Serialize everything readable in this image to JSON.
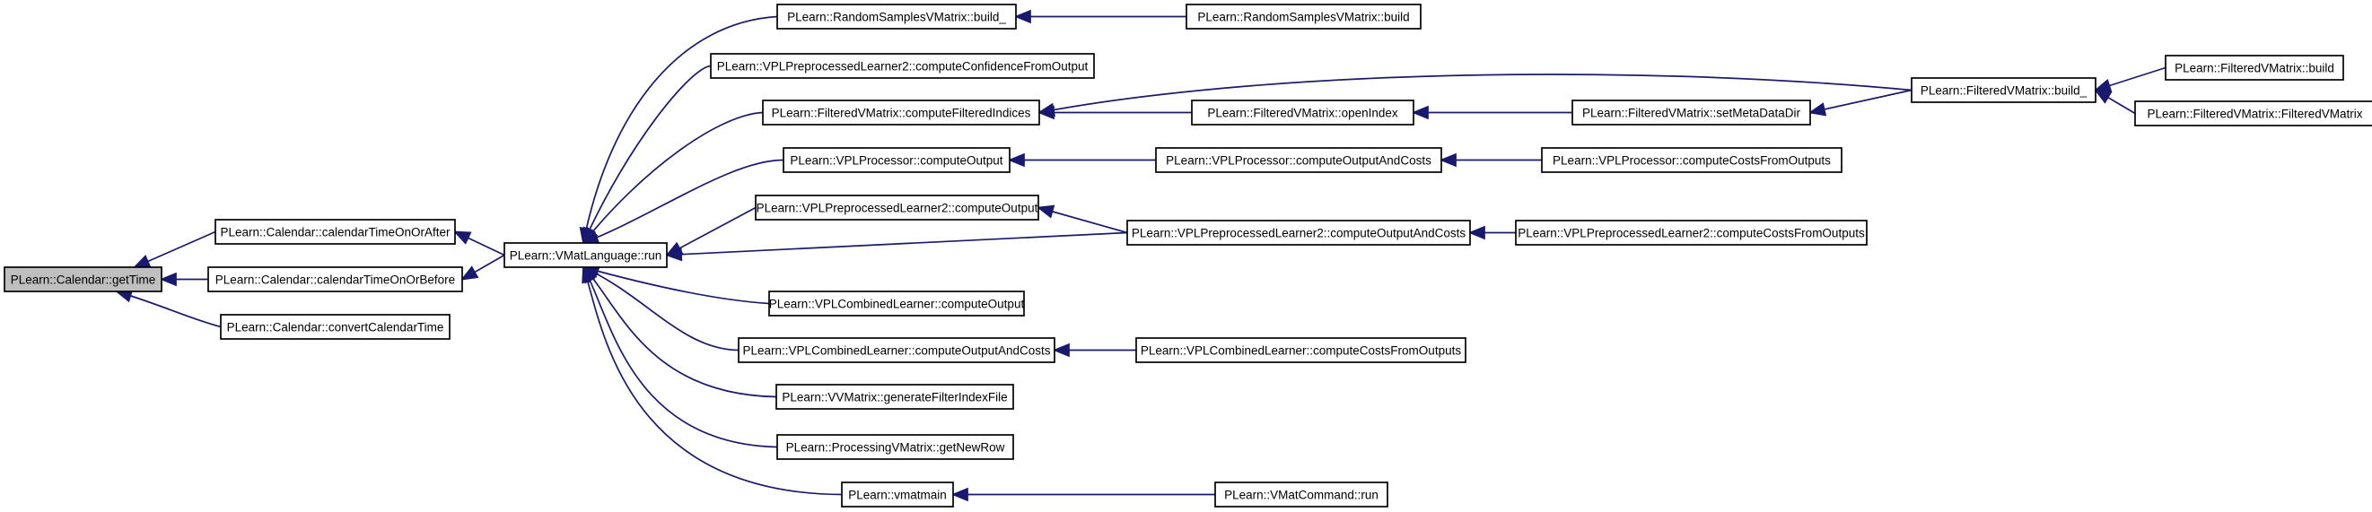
{
  "graph": {
    "nodes": [
      {
        "id": "getTime",
        "label": "PLearn::Calendar::getTime",
        "highlight": true
      },
      {
        "id": "calOnOrAfter",
        "label": "PLearn::Calendar::calendarTimeOnOrAfter"
      },
      {
        "id": "calOnOrBefore",
        "label": "PLearn::Calendar::calendarTimeOnOrBefore"
      },
      {
        "id": "convertCal",
        "label": "PLearn::Calendar::convertCalendarTime"
      },
      {
        "id": "vmatRun",
        "label": "PLearn::VMatLanguage::run"
      },
      {
        "id": "rsBuild_",
        "label": "PLearn::RandomSamplesVMatrix::build_"
      },
      {
        "id": "rsBuild",
        "label": "PLearn::RandomSamplesVMatrix::build"
      },
      {
        "id": "vplpConf",
        "label": "PLearn::VPLPreprocessedLearner2::computeConfidenceFromOutput"
      },
      {
        "id": "fvCompFI",
        "label": "PLearn::FilteredVMatrix::computeFilteredIndices"
      },
      {
        "id": "fvOpenIdx",
        "label": "PLearn::FilteredVMatrix::openIndex"
      },
      {
        "id": "fvSetMeta",
        "label": "PLearn::FilteredVMatrix::setMetaDataDir"
      },
      {
        "id": "fvBuild_",
        "label": "PLearn::FilteredVMatrix::build_"
      },
      {
        "id": "fvBuild",
        "label": "PLearn::FilteredVMatrix::build"
      },
      {
        "id": "fvCtor",
        "label": "PLearn::FilteredVMatrix::FilteredVMatrix"
      },
      {
        "id": "vplpCompOut",
        "label": "PLearn::VPLProcessor::computeOutput"
      },
      {
        "id": "vplpCompOAC",
        "label": "PLearn::VPLProcessor::computeOutputAndCosts"
      },
      {
        "id": "vplpCompCFO",
        "label": "PLearn::VPLProcessor::computeCostsFromOutputs"
      },
      {
        "id": "vpl2CompOut",
        "label": "PLearn::VPLPreprocessedLearner2::computeOutput"
      },
      {
        "id": "vpl2CompOAC",
        "label": "PLearn::VPLPreprocessedLearner2::computeOutputAndCosts"
      },
      {
        "id": "vpl2CompCFO",
        "label": "PLearn::VPLPreprocessedLearner2::computeCostsFromOutputs"
      },
      {
        "id": "vplcCompOut",
        "label": "PLearn::VPLCombinedLearner::computeOutput"
      },
      {
        "id": "vplcCompOAC",
        "label": "PLearn::VPLCombinedLearner::computeOutputAndCosts"
      },
      {
        "id": "vplcCompCFO",
        "label": "PLearn::VPLCombinedLearner::computeCostsFromOutputs"
      },
      {
        "id": "vvGenFI",
        "label": "PLearn::VVMatrix::generateFilterIndexFile"
      },
      {
        "id": "procGetNew",
        "label": "PLearn::ProcessingVMatrix::getNewRow"
      },
      {
        "id": "vmatmain",
        "label": "PLearn::vmatmain"
      },
      {
        "id": "vmatCmdRun",
        "label": "PLearn::VMatCommand::run"
      }
    ],
    "edges": [
      {
        "from": "calOnOrAfter",
        "to": "getTime"
      },
      {
        "from": "calOnOrBefore",
        "to": "getTime"
      },
      {
        "from": "convertCal",
        "to": "getTime"
      },
      {
        "from": "vmatRun",
        "to": "calOnOrAfter"
      },
      {
        "from": "vmatRun",
        "to": "calOnOrBefore"
      },
      {
        "from": "rsBuild_",
        "to": "vmatRun"
      },
      {
        "from": "vplpConf",
        "to": "vmatRun"
      },
      {
        "from": "fvCompFI",
        "to": "vmatRun"
      },
      {
        "from": "vplpCompOut",
        "to": "vmatRun"
      },
      {
        "from": "vpl2CompOut",
        "to": "vmatRun"
      },
      {
        "from": "vpl2CompOAC",
        "to": "vmatRun"
      },
      {
        "from": "vplcCompOut",
        "to": "vmatRun"
      },
      {
        "from": "vplcCompOAC",
        "to": "vmatRun"
      },
      {
        "from": "vvGenFI",
        "to": "vmatRun"
      },
      {
        "from": "procGetNew",
        "to": "vmatRun"
      },
      {
        "from": "vmatmain",
        "to": "vmatRun"
      },
      {
        "from": "rsBuild",
        "to": "rsBuild_"
      },
      {
        "from": "fvOpenIdx",
        "to": "fvCompFI"
      },
      {
        "from": "fvBuild_",
        "to": "fvCompFI"
      },
      {
        "from": "fvSetMeta",
        "to": "fvOpenIdx"
      },
      {
        "from": "fvBuild_",
        "to": "fvSetMeta"
      },
      {
        "from": "fvBuild",
        "to": "fvBuild_"
      },
      {
        "from": "fvCtor",
        "to": "fvBuild_"
      },
      {
        "from": "vplpCompOAC",
        "to": "vplpCompOut"
      },
      {
        "from": "vplpCompCFO",
        "to": "vplpCompOAC"
      },
      {
        "from": "vpl2CompOAC",
        "to": "vpl2CompOut"
      },
      {
        "from": "vpl2CompCFO",
        "to": "vpl2CompOAC"
      },
      {
        "from": "vplcCompCFO",
        "to": "vplcCompOAC"
      },
      {
        "from": "vmatCmdRun",
        "to": "vmatmain"
      }
    ],
    "colors": {
      "edge": "#191970",
      "node_border": "#000000",
      "node_fill": "#ffffff",
      "highlight_fill": "#bfbfbf"
    }
  }
}
